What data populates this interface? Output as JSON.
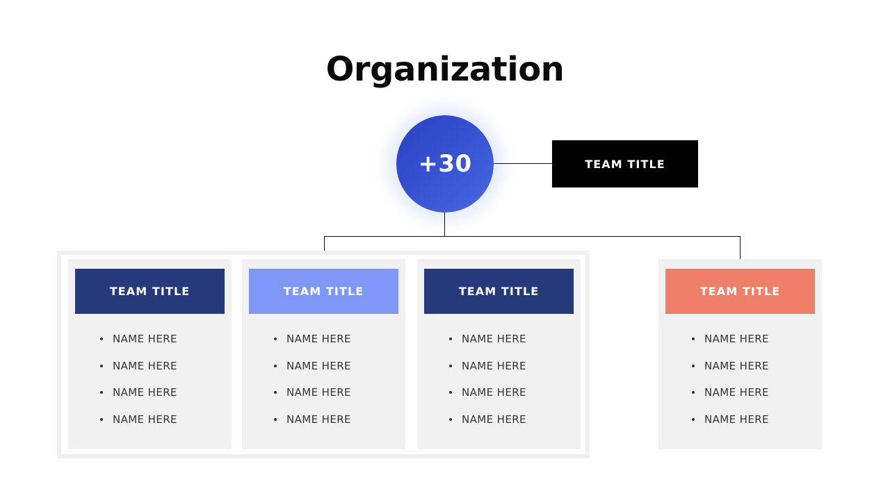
{
  "slide": {
    "title": "Organization",
    "background_color": "#ffffff"
  },
  "root_node": {
    "name": "root-count-node",
    "value": "+30",
    "shape": "circle",
    "colors": {
      "gradient_start": "#2b42bf",
      "gradient_end": "#4a68e2",
      "text": "#ffffff",
      "glow": "#7f97f7"
    }
  },
  "side_node": {
    "name": "side-team-box",
    "label": "TEAM TITLE",
    "background_color": "#000000",
    "text_color": "#ffffff"
  },
  "connectors": {
    "line_color": "#0d0d0d",
    "segments": [
      "root-to-side-box",
      "root-down-stem",
      "horizontal-bus",
      "left-branch-drop",
      "right-branch-drop"
    ]
  },
  "group_frame": {
    "name": "grouped-teams-frame",
    "border_color": "#f0f0f0",
    "fill_color": "#ffffff"
  },
  "cards": [
    {
      "id": "card-1",
      "title": "TEAM TITLE",
      "header_color": "#25397b",
      "header_text_color": "#ffffff",
      "body_color": "#f1f1f1",
      "members": [
        "NAME HERE",
        "NAME HERE",
        "NAME HERE",
        "NAME HERE"
      ]
    },
    {
      "id": "card-2",
      "title": "TEAM TITLE",
      "header_color": "#7f97f7",
      "header_text_color": "#ffffff",
      "body_color": "#f1f1f1",
      "members": [
        "NAME HERE",
        "NAME HERE",
        "NAME HERE",
        "NAME HERE"
      ]
    },
    {
      "id": "card-3",
      "title": "TEAM TITLE",
      "header_color": "#25397b",
      "header_text_color": "#ffffff",
      "body_color": "#f1f1f1",
      "members": [
        "NAME HERE",
        "NAME HERE",
        "NAME HERE",
        "NAME HERE"
      ]
    },
    {
      "id": "card-4",
      "title": "TEAM TITLE",
      "header_color": "#ee8069",
      "header_text_color": "#ffffff",
      "body_color": "#f1f1f1",
      "members": [
        "NAME HERE",
        "NAME HERE",
        "NAME HERE",
        "NAME HERE"
      ]
    }
  ]
}
